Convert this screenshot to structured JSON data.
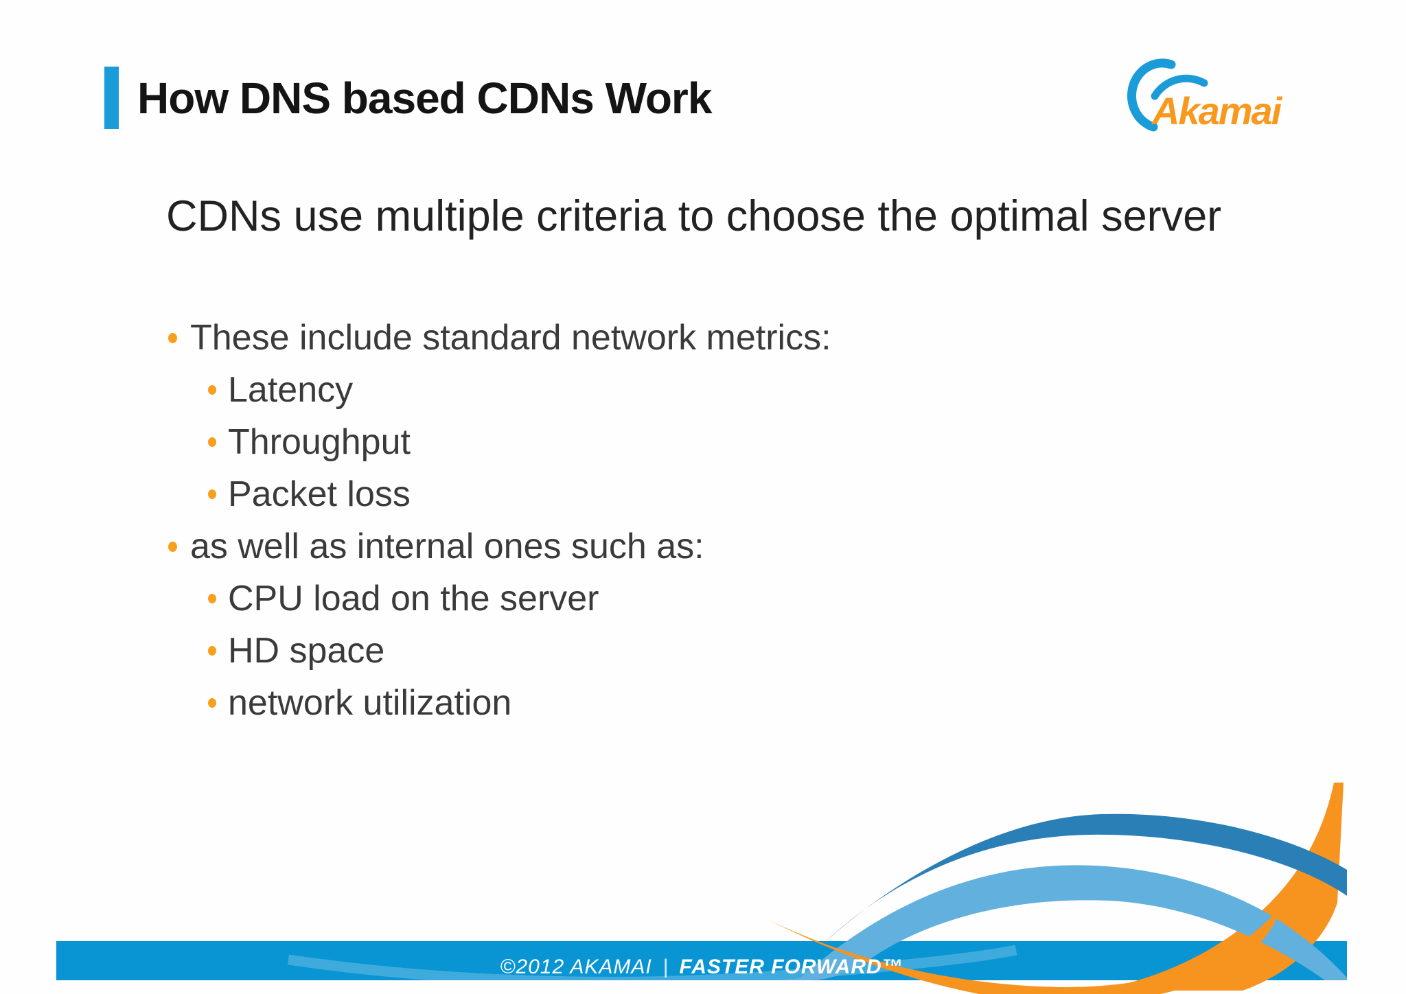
{
  "slide": {
    "title": "How DNS based CDNs Work",
    "subtitle": "CDNs use multiple criteria to choose the optimal server",
    "bullets": [
      {
        "level": 1,
        "text": "These include standard network metrics:"
      },
      {
        "level": 2,
        "text": "Latency"
      },
      {
        "level": 2,
        "text": "Throughput"
      },
      {
        "level": 2,
        "text": "Packet loss"
      },
      {
        "level": 1,
        "text": "as well as internal ones such as:"
      },
      {
        "level": 2,
        "text": "CPU load on the server"
      },
      {
        "level": 2,
        "text": "HD space"
      },
      {
        "level": 2,
        "text": "network utilization"
      }
    ]
  },
  "logo": {
    "text": "Akamai"
  },
  "footer": {
    "copyright": "©2012 AKAMAI",
    "separator": "|",
    "tagline": "FASTER FORWARD™"
  },
  "colors": {
    "accent_blue": "#1b9cd8",
    "footer_bar_blue": "#0994d4",
    "wave_dark_blue": "#2a7fb6",
    "wave_light_blue": "#62b0de",
    "wave_orange": "#f6941f",
    "bullet_orange": "#f7a01c",
    "logo_orange": "#f8991d",
    "title_text": "#141414",
    "subtitle_text": "#222222",
    "body_text": "#3a3a3a"
  }
}
